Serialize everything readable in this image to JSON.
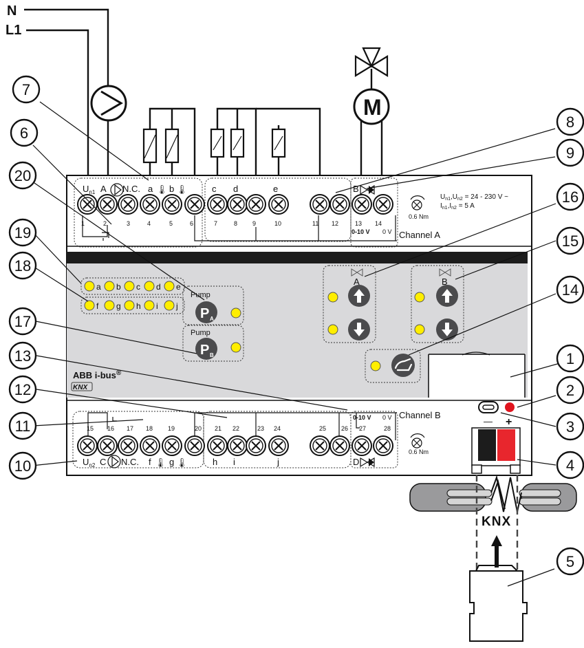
{
  "supply": {
    "n_label": "N",
    "l1_label": "L1"
  },
  "top_terminals": {
    "u_label": "U",
    "u_sub": "n1",
    "a_label": "A",
    "nc_label": "N.C.",
    "sensor_a": "a",
    "sensor_b": "b",
    "contact_c": "c",
    "contact_d": "d",
    "contact_e": "e",
    "b_label": "B",
    "numbers": [
      "1",
      "2",
      "3",
      "4",
      "5",
      "6",
      "7",
      "8",
      "9",
      "10",
      "11",
      "12",
      "13",
      "14"
    ],
    "range_label": "0-10 V",
    "zero_v": "0 V",
    "channel": "Channel A",
    "torque": "0.6 Nm",
    "spec_line1": "U",
    "spec_line1_sub": "n1",
    "spec_line1_mid": ",U",
    "spec_line1_sub2": "n2",
    "spec_line1_rest": " = 24 - 230 V ~",
    "spec_line2": "I",
    "spec_line2_sub": "n1",
    "spec_line2_mid": ",I",
    "spec_line2_sub2": "n2",
    "spec_line2_rest": " = 5 A"
  },
  "leds_row1": [
    "a",
    "b",
    "c",
    "d",
    "e"
  ],
  "leds_row2": [
    "f",
    "g",
    "h",
    "i",
    "j"
  ],
  "pump_a": {
    "title": "Pump",
    "glyph": "P",
    "sub": "A"
  },
  "pump_b": {
    "title": "Pump",
    "glyph": "P",
    "sub": "B"
  },
  "valve_a": "A",
  "valve_b": "B",
  "brand": {
    "name": "ABB i-bus",
    "reg": "®",
    "knx": "KNX"
  },
  "bottom_terminals": {
    "numbers": [
      "15",
      "16",
      "17",
      "18",
      "19",
      "20",
      "21",
      "22",
      "23",
      "24",
      "25",
      "26",
      "27",
      "28"
    ],
    "u_label": "U",
    "u_sub": "n2",
    "c_label": "C",
    "nc_label": "N.C.",
    "sensor_f": "f",
    "sensor_g": "g",
    "contact_h": "h",
    "contact_i": "i",
    "contact_j": "j",
    "d_label": "D",
    "range_label": "0-10 V",
    "zero_v": "0 V",
    "channel": "Channel B",
    "torque": "0.6 Nm"
  },
  "knx_connector": {
    "minus": "—",
    "plus": "+",
    "bus_label": "KNX"
  },
  "motor_label": "M",
  "callouts": [
    "1",
    "2",
    "3",
    "4",
    "5",
    "6",
    "7",
    "8",
    "9",
    "10",
    "11",
    "12",
    "13",
    "14",
    "15",
    "16",
    "17",
    "18",
    "19",
    "20"
  ],
  "colors": {
    "led_yellow": "#ffee00",
    "led_red": "#e0141e",
    "panel_grey": "#d9d9db",
    "strip_black": "#1c1c1c",
    "button_dark": "#4b4b4d",
    "connector_red": "#e8262d"
  }
}
